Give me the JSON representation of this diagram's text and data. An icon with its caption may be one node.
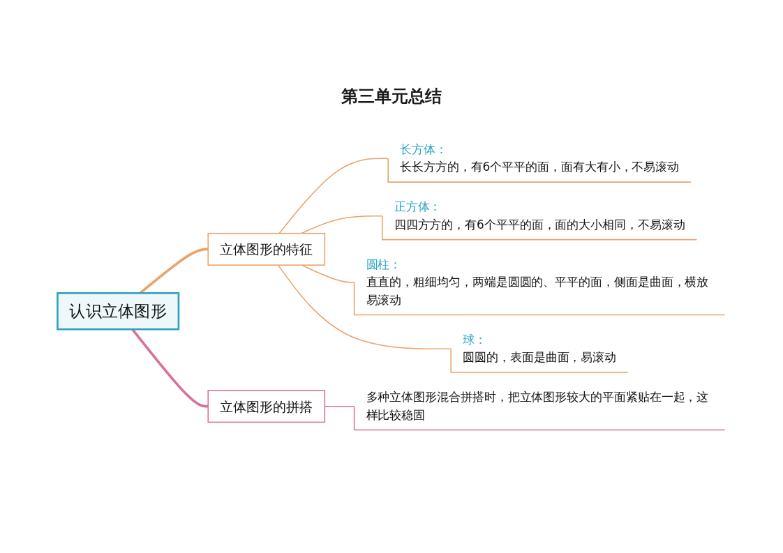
{
  "diagram": {
    "title": "第三单元总结",
    "nodes": [
      {
        "text": [
          "认识立体图形"
        ]
      },
      {
        "text": [
          "立体图形的特征"
        ]
      },
      {
        "text": [
          "长方体：",
          "长长方方的，有6个平平的面，面有大有小，不易滚动"
        ]
      },
      {
        "text": [
          "正方体：",
          "四四方方的，有6个平平的面，面的大小相同，不易滚动"
        ]
      },
      {
        "text": [
          "圆柱：",
          "直直的，粗细均匀，两端是圆圆的、平平的面，侧面是曲面，横放易滚动"
        ]
      },
      {
        "text": [
          "球：",
          "圆圆的，表面是曲面，易滚动"
        ]
      },
      {
        "text": [
          "立体图形的拼搭"
        ]
      },
      {
        "text": [
          "多种立体图形混合拼搭时，把立体图形较大的平面紧贴在一起，这样比较稳固"
        ]
      }
    ],
    "edges": [
      {
        "from": 0,
        "to": 1,
        "arrow": "none",
        "style": "thick"
      },
      {
        "from": 0,
        "to": 6,
        "arrow": "none",
        "style": "thick",
        "color": "#d9719f"
      },
      {
        "from": 1,
        "to": 2,
        "arrow": "none"
      },
      {
        "from": 1,
        "to": 3,
        "arrow": "none"
      },
      {
        "from": 1,
        "to": 4,
        "arrow": "none"
      },
      {
        "from": 1,
        "to": 5,
        "arrow": "none"
      },
      {
        "from": 6,
        "to": 7,
        "arrow": "none",
        "color": "#d9719f"
      }
    ]
  }
}
